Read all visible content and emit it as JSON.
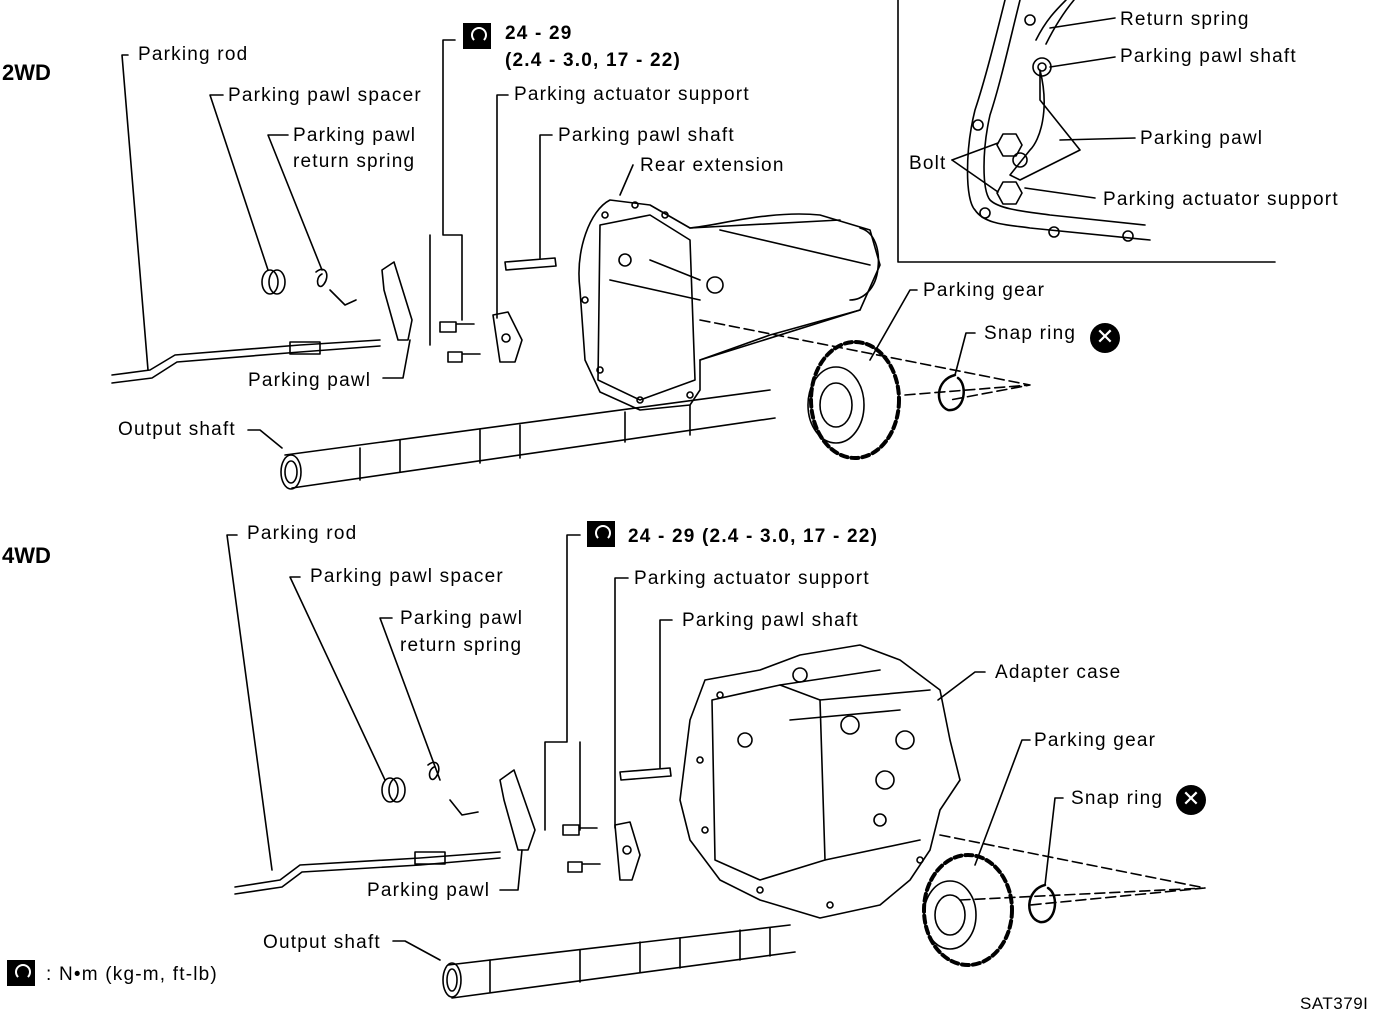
{
  "sections": {
    "top": "2WD",
    "bottom": "4WD"
  },
  "top": {
    "parking_rod": "Parking rod",
    "pawl_spacer": "Parking pawl spacer",
    "return_spring_1": "Parking pawl",
    "return_spring_2": "return spring",
    "torque_1": "24 - 29",
    "torque_2": "(2.4 - 3.0, 17 - 22)",
    "actuator_support": "Parking actuator support",
    "pawl_shaft": "Parking pawl shaft",
    "rear_extension": "Rear extension",
    "parking_gear": "Parking gear",
    "snap_ring": "Snap ring",
    "parking_pawl": "Parking pawl",
    "output_shaft": "Output shaft"
  },
  "inset": {
    "return_spring": "Return spring",
    "pawl_shaft": "Parking pawl shaft",
    "parking_pawl": "Parking pawl",
    "bolt": "Bolt",
    "actuator_support": "Parking actuator support"
  },
  "bottom": {
    "parking_rod": "Parking rod",
    "pawl_spacer": "Parking pawl spacer",
    "return_spring_1": "Parking pawl",
    "return_spring_2": "return spring",
    "torque": "24 - 29 (2.4 - 3.0, 17 - 22)",
    "actuator_support": "Parking actuator support",
    "pawl_shaft": "Parking pawl shaft",
    "adapter_case": "Adapter case",
    "parking_gear": "Parking gear",
    "snap_ring": "Snap ring",
    "parking_pawl": "Parking pawl",
    "output_shaft": "Output shaft"
  },
  "legend": {
    "units": ": N•m (kg-m, ft-lb)"
  },
  "figure_code": "SAT379I",
  "icons": {
    "torque": "torque-wrench-icon",
    "replace": "do-not-reuse-icon"
  }
}
